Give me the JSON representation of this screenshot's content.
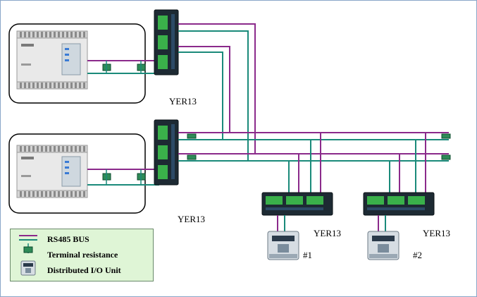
{
  "colors": {
    "rs485_bus": "#8b2a8b",
    "terminal_line": "#1a8a7a",
    "resistor": "#2e8b57",
    "module_body": "#1d2a33",
    "connector": "#3ab04a",
    "legend_bg": "#dff5d6"
  },
  "labels": {
    "module_top": "YER13",
    "module_mid": "YER13",
    "module_io1": "YER13",
    "module_io2": "YER13",
    "unit1": "#1",
    "unit2": "#2"
  },
  "legend": {
    "items": [
      {
        "label": "RS485 BUS",
        "icon": "purple-line-icon"
      },
      {
        "label": "Terminal resistance",
        "icon": "resistor-icon"
      },
      {
        "label": "Distributed I/O Unit",
        "icon": "contactor-icon"
      }
    ]
  }
}
